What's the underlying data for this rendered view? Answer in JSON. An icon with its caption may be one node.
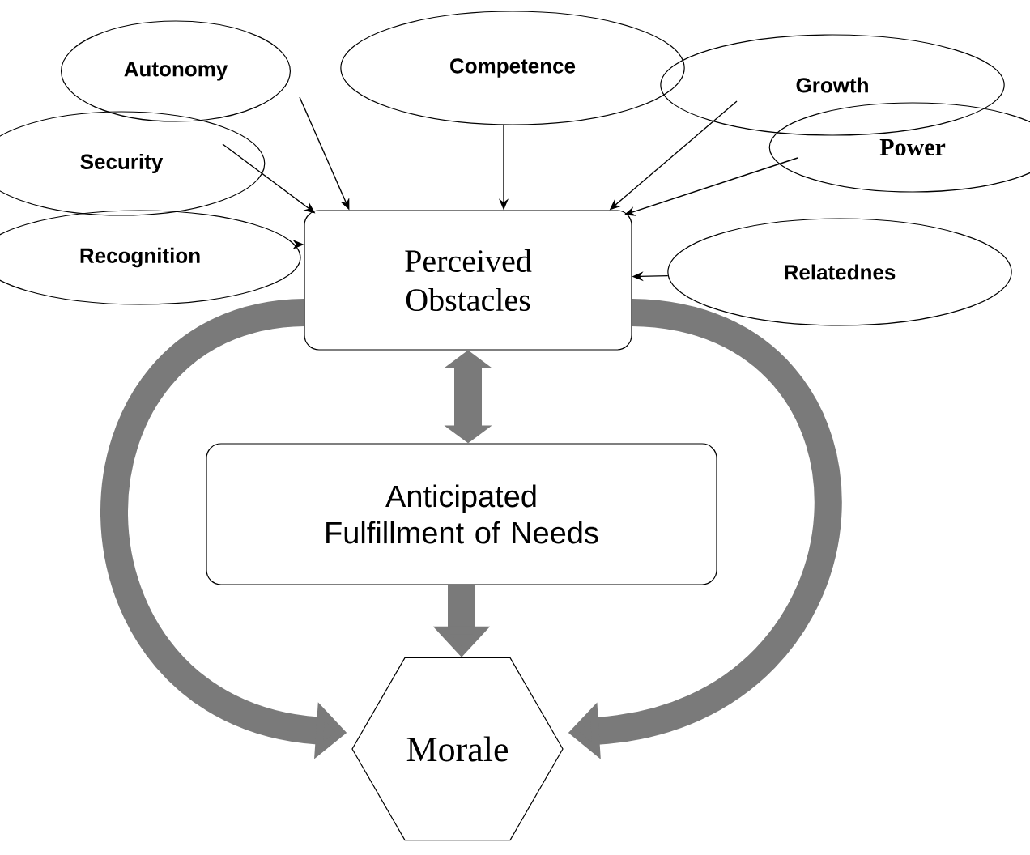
{
  "diagram": {
    "nodes": [
      {
        "text": [
          "Autonomy"
        ]
      },
      {
        "text": [
          "Competence"
        ]
      },
      {
        "text": [
          "Growth"
        ]
      },
      {
        "text": [
          "Security"
        ]
      },
      {
        "text": [
          "Power"
        ]
      },
      {
        "text": [
          "Recognition"
        ]
      },
      {
        "text": [
          "Perceived Obstacles"
        ]
      },
      {
        "text": [
          "Relatednes"
        ]
      },
      {
        "text": [
          "Anticipated Fulfillment of Needs"
        ]
      },
      {
        "text": [
          "Morale"
        ]
      }
    ],
    "edges": [
      {
        "from": 0,
        "to": 6,
        "arrow": "to"
      },
      {
        "from": 1,
        "to": 6,
        "arrow": "to"
      },
      {
        "from": 2,
        "to": 6,
        "arrow": "to"
      },
      {
        "from": 3,
        "to": 6,
        "arrow": "to"
      },
      {
        "from": 4,
        "to": 6,
        "arrow": "to"
      },
      {
        "from": 5,
        "to": 6,
        "arrow": "to"
      },
      {
        "from": 7,
        "to": 6,
        "arrow": "to"
      },
      {
        "from": 6,
        "to": 8,
        "arrow": "both",
        "style": "thick",
        "color": "#7a7a7a"
      },
      {
        "from": 8,
        "to": 9,
        "arrow": "to",
        "style": "thick",
        "color": "#7a7a7a"
      },
      {
        "from": 6,
        "to": 9,
        "arrow": "to",
        "style": "thick",
        "color": "#7a7a7a"
      },
      {
        "from": 6,
        "to": 9,
        "arrow": "to",
        "style": "thick",
        "color": "#7a7a7a"
      }
    ]
  }
}
